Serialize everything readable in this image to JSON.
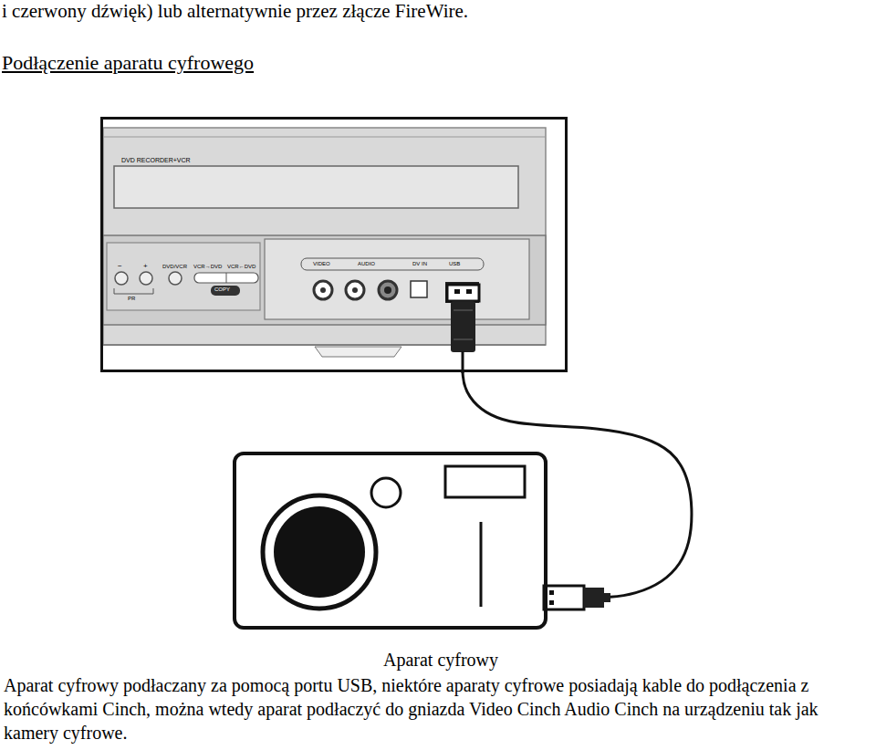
{
  "diagram": {
    "title": "Podłączenie aparatu cyfrowego",
    "nodes": [
      {
        "text": [
          "DVD RECORDER+VCR"
        ]
      },
      {
        "text": [
          "Aparat cyfrowy"
        ]
      }
    ],
    "edges": [
      {
        "from": 0,
        "to": 1,
        "arrow": "none"
      }
    ],
    "labels": [
      "i czerwony dźwięk) lub alternatywnie przez złącze FireWire.",
      "−",
      "+",
      "PR",
      "DVD/VCR",
      "VCR→DVD",
      "VCR←DVD",
      "COPY",
      "VIDEO",
      "AUDIO",
      "DV IN",
      "USB",
      "Aparat cyfrowy podłaczany za pomocą portu USB, niektóre aparaty cyfrowe posiadają kable do podłączenia z końcówkami Cinch, można wtedy aparat podłaczyć do gniazda Video Cinch Audio Cinch na urządzeniu tak jak kamery cyfrowe."
    ]
  }
}
